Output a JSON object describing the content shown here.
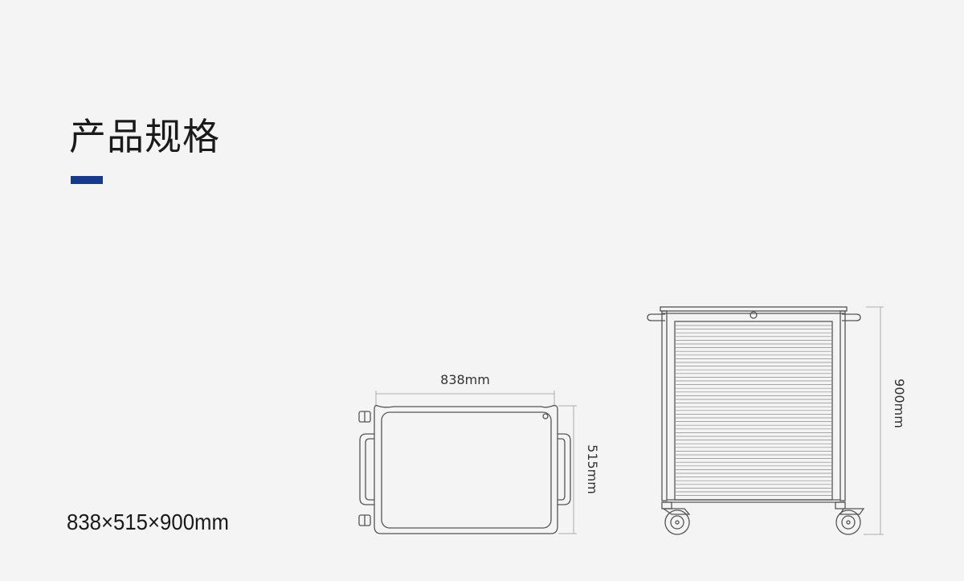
{
  "section_title": "产品规格",
  "accent_color": "#16398a",
  "spec_summary": "838×515×900mm",
  "top_view": {
    "width_label": "838mm",
    "depth_label": "515mm"
  },
  "front_view": {
    "height_label": "900mm"
  }
}
